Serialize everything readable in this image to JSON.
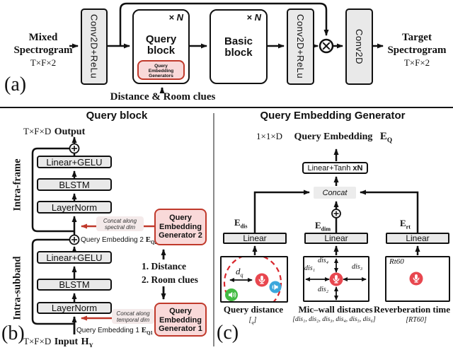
{
  "panel_a": {
    "tag": "(a)",
    "input": {
      "line1": "Mixed",
      "line2": "Spectrogram",
      "dims": "T×F×2"
    },
    "conv_relu_1": "Conv2D+ReLu",
    "query_block": {
      "line1": "Query",
      "line2": "block",
      "repeat": "× N",
      "qeg_lines": [
        "Query",
        "Embedding",
        "Generators"
      ]
    },
    "basic_block": {
      "line1": "Basic",
      "line2": "block",
      "repeat": "× N"
    },
    "conv_relu_2": "Conv2D+ReLu",
    "conv2d": "Conv2D",
    "output": {
      "line1": "Target",
      "line2": "Spectrogram",
      "dims": "T×F×2"
    },
    "clues": "Distance & Room clues"
  },
  "panel_b": {
    "tag": "(b)",
    "title": "Query block",
    "output_dims": "T×F×D",
    "output_label": "Output",
    "intra_frame_label": "Intra-frame",
    "intra_subband_label": "Intra-subband",
    "frame_layers": [
      "Linear+GELU",
      "BLSTM",
      "LayerNorm"
    ],
    "subband_layers": [
      "Linear+GELU",
      "BLSTM",
      "LayerNorm"
    ],
    "concat_spectral": {
      "line1": "Concat along",
      "line2": "spectral dim"
    },
    "concat_temporal": {
      "line1": "Concat along",
      "line2": "temporal dim"
    },
    "qe2": {
      "label": "Query Embedding 2",
      "sym": "E",
      "sub": "Q2"
    },
    "qe1": {
      "label": "Query Embedding 1",
      "sym": "E",
      "sub": "Q1"
    },
    "qeg2_lines": [
      "Query",
      "Embedding",
      "Generator 2"
    ],
    "qeg1_lines": [
      "Query",
      "Embedding",
      "Generator 1"
    ],
    "clue1": "1. Distance",
    "clue2": "2. Room clues",
    "input_dims": "T×F×D",
    "input_label": "Input",
    "input_sym": "H",
    "input_sub": "Y"
  },
  "panel_c": {
    "tag": "(c)",
    "title": "Query Embedding Generator",
    "out_dims": "1×1×D",
    "out_label": "Query Embedding",
    "out_sym": "E",
    "out_sub": "Q",
    "linear_tanh": "Linear+Tanh",
    "linear_tanh_n": "xN",
    "concat": "Concat",
    "branches": [
      {
        "emb": "E",
        "sub": "dis",
        "linear": "Linear",
        "caption": "Query distance"
      },
      {
        "emb": "E",
        "sub": "dim",
        "linear": "Linear",
        "caption": "Mic–wall distances"
      },
      {
        "emb": "E",
        "sub": "rt",
        "linear": "Linear",
        "caption": "Reverberation time"
      }
    ],
    "query_distance_box": {
      "d": "d",
      "d_sub": "q"
    },
    "micwall_box": {
      "top": "dis₄",
      "left": "dis₁",
      "right": "dis₃",
      "bottom": "dis₂"
    },
    "reverb_box": {
      "label": "Rt60"
    },
    "range_dq": {
      "open": "[",
      "d": "d",
      "sub": "q",
      "close": "]"
    },
    "range_dis": "[dis₁, dis₂, dis₃, dis₄, dis₅, dis₆]",
    "range_rt": "[RT60]"
  },
  "colors": {
    "accent_red": "#c0392b",
    "mic_red": "#e8474f",
    "speaker_blue": "#3ba7dc",
    "speaker_green": "#43bb43",
    "box_gray": "#e9e9e9",
    "pink_bg": "#f9d9d9"
  }
}
